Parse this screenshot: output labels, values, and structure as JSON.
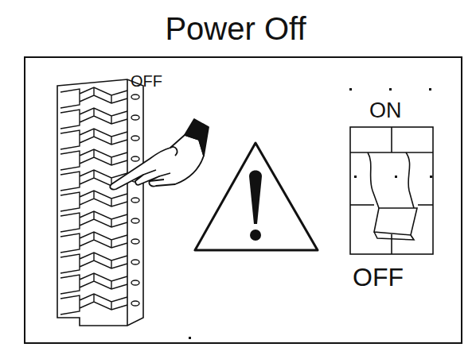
{
  "diagram": {
    "title": "Power Off",
    "labels": [
      "OFF",
      "ON",
      "OFF"
    ]
  }
}
